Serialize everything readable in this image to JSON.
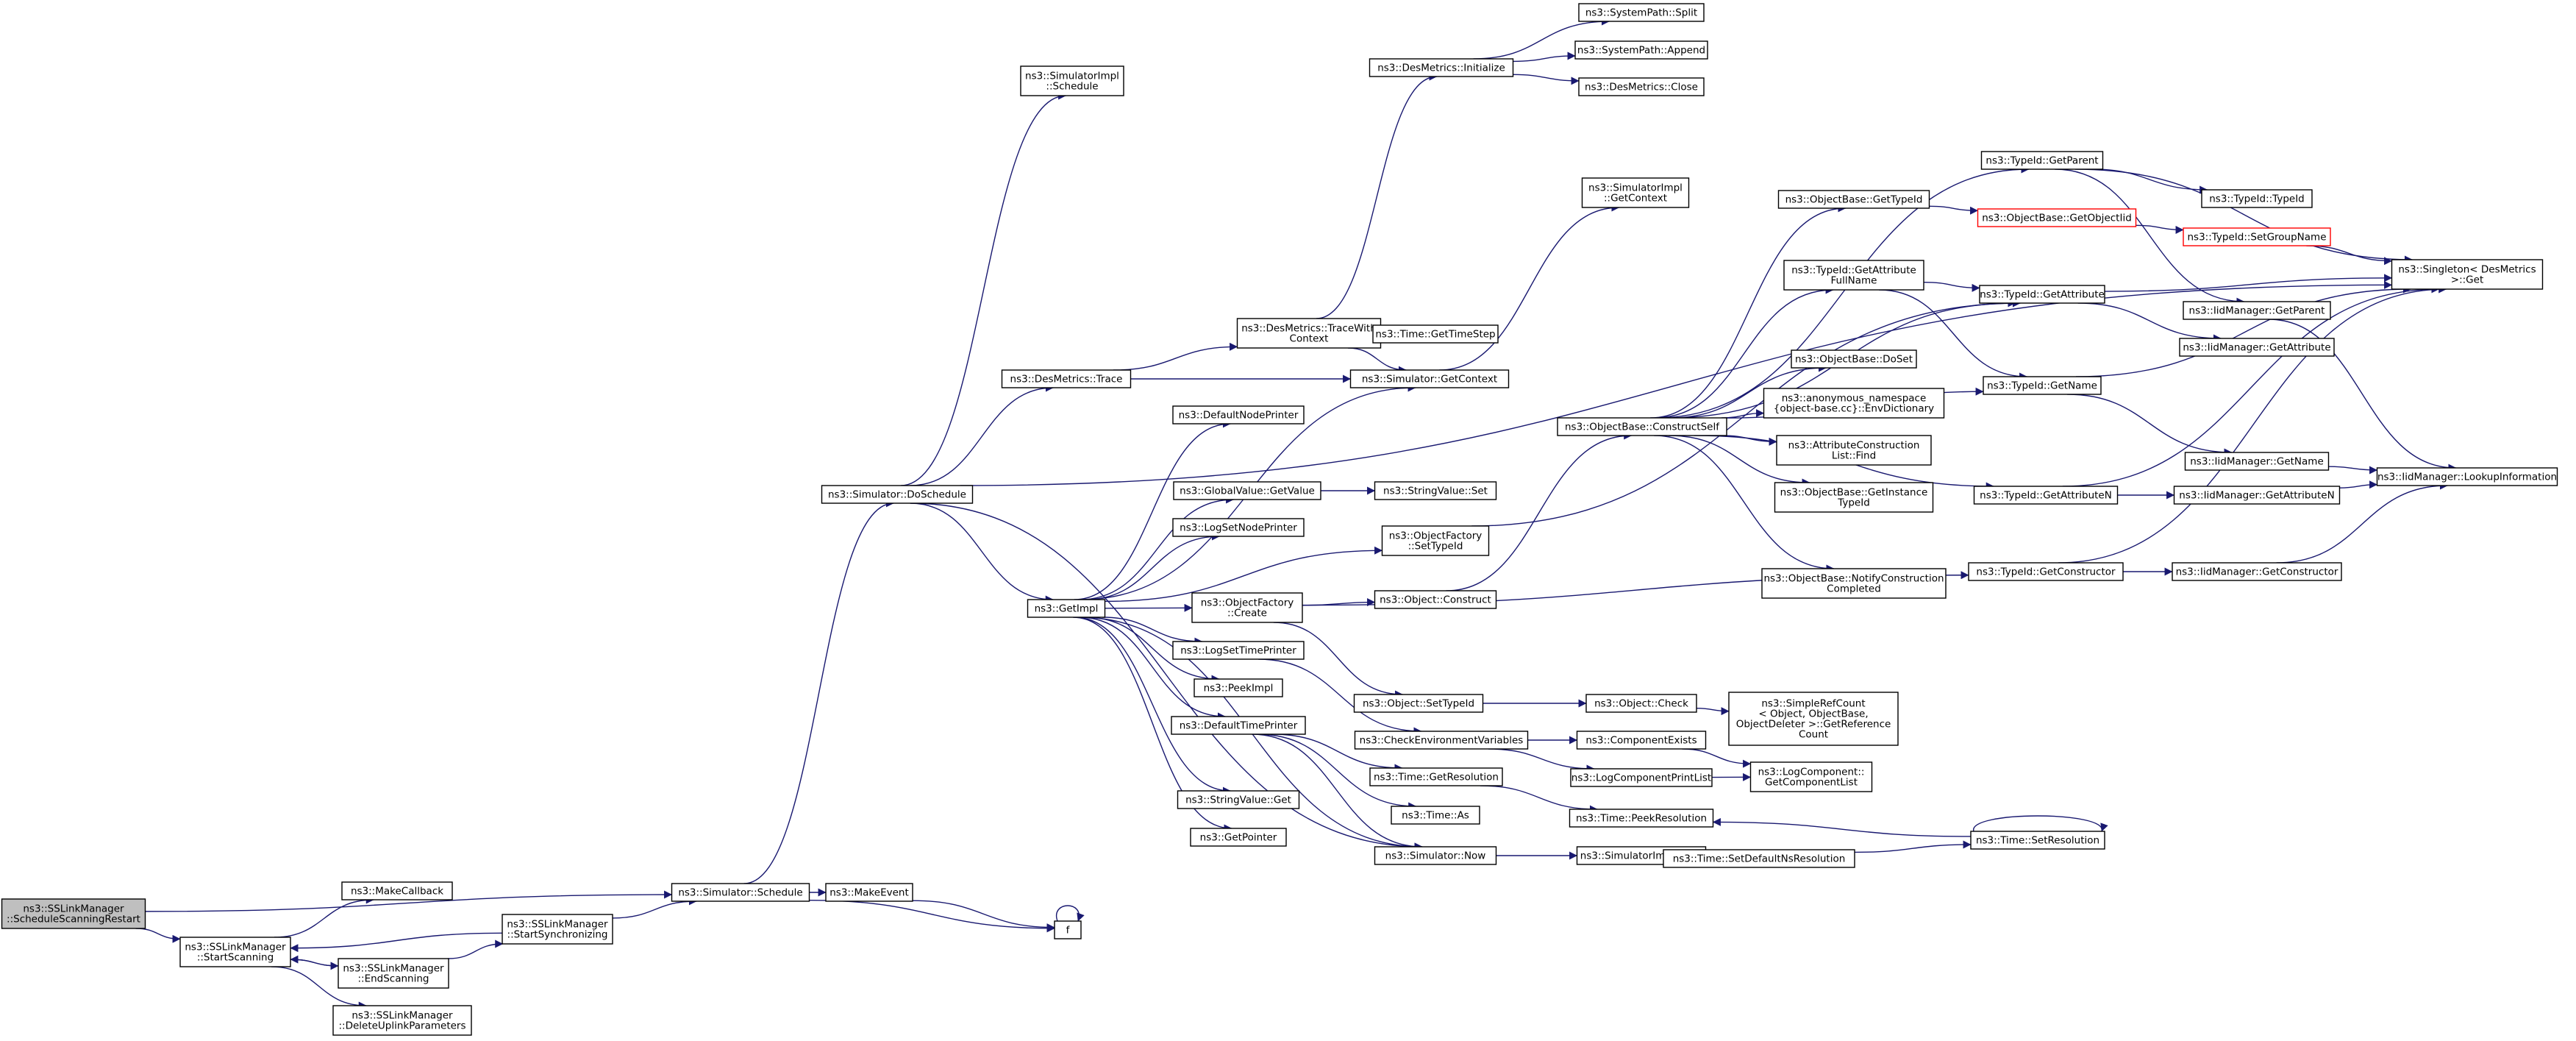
{
  "graph": {
    "edge_color": "#191970",
    "root_fill": "#bfbfbf",
    "highlight_border": "#ff0000",
    "nodes": [
      {
        "id": "root",
        "lines": [
          "ns3::SSLinkManager",
          "::ScheduleScanningRestart"
        ],
        "style": "root"
      },
      {
        "id": "startScanning",
        "lines": [
          "ns3::SSLinkManager",
          "::StartScanning"
        ]
      },
      {
        "id": "makeCallback",
        "lines": [
          "ns3::MakeCallback"
        ]
      },
      {
        "id": "endScanning",
        "lines": [
          "ns3::SSLinkManager",
          "::EndScanning"
        ]
      },
      {
        "id": "deleteUplink",
        "lines": [
          "ns3::SSLinkManager",
          "::DeleteUplinkParameters"
        ]
      },
      {
        "id": "startSync",
        "lines": [
          "ns3::SSLinkManager",
          "::StartSynchronizing"
        ]
      },
      {
        "id": "simSchedule",
        "lines": [
          "ns3::Simulator::Schedule"
        ]
      },
      {
        "id": "makeEvent",
        "lines": [
          "ns3::MakeEvent"
        ]
      },
      {
        "id": "f",
        "lines": [
          "f"
        ]
      },
      {
        "id": "doSchedule",
        "lines": [
          "ns3::Simulator::DoSchedule"
        ]
      },
      {
        "id": "simImplSchedule",
        "lines": [
          "ns3::SimulatorImpl",
          "::Schedule"
        ]
      },
      {
        "id": "desTrace",
        "lines": [
          "ns3::DesMetrics::Trace"
        ]
      },
      {
        "id": "getImpl",
        "lines": [
          "ns3::GetImpl"
        ]
      },
      {
        "id": "desTraceWithContext",
        "lines": [
          "ns3::DesMetrics::TraceWith",
          "Context"
        ]
      },
      {
        "id": "desInit",
        "lines": [
          "ns3::DesMetrics::Initialize"
        ]
      },
      {
        "id": "spSplit",
        "lines": [
          "ns3::SystemPath::Split"
        ]
      },
      {
        "id": "spAppend",
        "lines": [
          "ns3::SystemPath::Append"
        ]
      },
      {
        "id": "desClose",
        "lines": [
          "ns3::DesMetrics::Close"
        ]
      },
      {
        "id": "timeGetTimeStep",
        "lines": [
          "ns3::Time::GetTimeStep"
        ]
      },
      {
        "id": "simGetContext",
        "lines": [
          "ns3::Simulator::GetContext"
        ]
      },
      {
        "id": "simImplGetContext",
        "lines": [
          "ns3::SimulatorImpl",
          "::GetContext"
        ]
      },
      {
        "id": "defaultNodePrinter",
        "lines": [
          "ns3::DefaultNodePrinter"
        ]
      },
      {
        "id": "gvGetValue",
        "lines": [
          "ns3::GlobalValue::GetValue"
        ]
      },
      {
        "id": "svSet",
        "lines": [
          "ns3::StringValue::Set"
        ]
      },
      {
        "id": "logSetNodePrinter",
        "lines": [
          "ns3::LogSetNodePrinter"
        ]
      },
      {
        "id": "ofSetTypeId",
        "lines": [
          "ns3::ObjectFactory",
          "::SetTypeId"
        ]
      },
      {
        "id": "ofCreate",
        "lines": [
          "ns3::ObjectFactory",
          "::Create"
        ]
      },
      {
        "id": "objConstruct",
        "lines": [
          "ns3::Object::Construct"
        ]
      },
      {
        "id": "logSetTimePrinter",
        "lines": [
          "ns3::LogSetTimePrinter"
        ]
      },
      {
        "id": "peekImpl",
        "lines": [
          "ns3::PeekImpl"
        ]
      },
      {
        "id": "objSetTypeId",
        "lines": [
          "ns3::Object::SetTypeId"
        ]
      },
      {
        "id": "objCheck",
        "lines": [
          "ns3::Object::Check"
        ]
      },
      {
        "id": "defaultTimePrinter",
        "lines": [
          "ns3::DefaultTimePrinter"
        ]
      },
      {
        "id": "checkEnv",
        "lines": [
          "ns3::CheckEnvironmentVariables"
        ]
      },
      {
        "id": "timeGetResolution",
        "lines": [
          "ns3::Time::GetResolution"
        ]
      },
      {
        "id": "timeAs",
        "lines": [
          "ns3::Time::As"
        ]
      },
      {
        "id": "svGet",
        "lines": [
          "ns3::StringValue::Get"
        ]
      },
      {
        "id": "getPointer",
        "lines": [
          "ns3::GetPointer"
        ]
      },
      {
        "id": "simNow",
        "lines": [
          "ns3::Simulator::Now"
        ]
      },
      {
        "id": "simImplNow",
        "lines": [
          "ns3::SimulatorImpl::Now"
        ]
      },
      {
        "id": "componentExists",
        "lines": [
          "ns3::ComponentExists"
        ]
      },
      {
        "id": "logComponentPrintList",
        "lines": [
          "ns3::LogComponentPrintList"
        ]
      },
      {
        "id": "logCompGetList",
        "lines": [
          "ns3::LogComponent::",
          "GetComponentList"
        ]
      },
      {
        "id": "timePeekRes",
        "lines": [
          "ns3::Time::PeekResolution"
        ]
      },
      {
        "id": "timeSetDefaultNs",
        "lines": [
          "ns3::Time::SetDefaultNsResolution"
        ]
      },
      {
        "id": "timeSetRes",
        "lines": [
          "ns3::Time::SetResolution"
        ]
      },
      {
        "id": "simpleRefCount",
        "lines": [
          "ns3::SimpleRefCount",
          "< Object, ObjectBase,",
          "ObjectDeleter >::GetReference",
          "Count"
        ]
      },
      {
        "id": "obConstructSelf",
        "lines": [
          "ns3::ObjectBase::ConstructSelf"
        ]
      },
      {
        "id": "obGetTypeId",
        "lines": [
          "ns3::ObjectBase::GetTypeId"
        ]
      },
      {
        "id": "obGetObjectIid",
        "lines": [
          "ns3::ObjectBase::GetObjectIid"
        ],
        "style": "red"
      },
      {
        "id": "tidGetAttrFullName",
        "lines": [
          "ns3::TypeId::GetAttribute",
          "FullName"
        ]
      },
      {
        "id": "obDoSet",
        "lines": [
          "ns3::ObjectBase::DoSet"
        ]
      },
      {
        "id": "envDictionary",
        "lines": [
          "ns3::anonymous_namespace",
          "{object-base.cc}::EnvDictionary"
        ]
      },
      {
        "id": "attrConstrFind",
        "lines": [
          "ns3::AttributeConstruction",
          "List::Find"
        ]
      },
      {
        "id": "obGetInstanceTid",
        "lines": [
          "ns3::ObjectBase::GetInstance",
          "TypeId"
        ]
      },
      {
        "id": "obNotify",
        "lines": [
          "ns3::ObjectBase::NotifyConstruction",
          "Completed"
        ]
      },
      {
        "id": "tidGetParent",
        "lines": [
          "ns3::TypeId::GetParent"
        ]
      },
      {
        "id": "tidTypeId",
        "lines": [
          "ns3::TypeId::TypeId"
        ]
      },
      {
        "id": "tidSetGroupName",
        "lines": [
          "ns3::TypeId::SetGroupName"
        ],
        "style": "red"
      },
      {
        "id": "tidGetAttribute",
        "lines": [
          "ns3::TypeId::GetAttribute"
        ]
      },
      {
        "id": "tidGetName",
        "lines": [
          "ns3::TypeId::GetName"
        ]
      },
      {
        "id": "tidGetAttributeN",
        "lines": [
          "ns3::TypeId::GetAttributeN"
        ]
      },
      {
        "id": "tidGetConstructor",
        "lines": [
          "ns3::TypeId::GetConstructor"
        ]
      },
      {
        "id": "iidGetParent",
        "lines": [
          "ns3::IidManager::GetParent"
        ]
      },
      {
        "id": "iidGetAttribute",
        "lines": [
          "ns3::IidManager::GetAttribute"
        ]
      },
      {
        "id": "iidGetName",
        "lines": [
          "ns3::IidManager::GetName"
        ]
      },
      {
        "id": "iidGetAttributeN",
        "lines": [
          "ns3::IidManager::GetAttributeN"
        ]
      },
      {
        "id": "iidGetConstructor",
        "lines": [
          "ns3::IidManager::GetConstructor"
        ]
      },
      {
        "id": "singletonGet",
        "lines": [
          "ns3::Singleton< DesMetrics",
          ">::Get"
        ]
      },
      {
        "id": "iidLookup",
        "lines": [
          "ns3::IidManager::LookupInformation"
        ]
      }
    ],
    "edges": [
      [
        "root",
        "simSchedule"
      ],
      [
        "root",
        "startScanning"
      ],
      [
        "startScanning",
        "makeCallback"
      ],
      [
        "startScanning",
        "endScanning"
      ],
      [
        "startScanning",
        "deleteUplink"
      ],
      [
        "endScanning",
        "startScanning"
      ],
      [
        "endScanning",
        "startSync"
      ],
      [
        "startSync",
        "startScanning"
      ],
      [
        "startSync",
        "simSchedule"
      ],
      [
        "simSchedule",
        "doSchedule"
      ],
      [
        "simSchedule",
        "makeEvent"
      ],
      [
        "simSchedule",
        "f"
      ],
      [
        "makeEvent",
        "f"
      ],
      [
        "f",
        "f"
      ],
      [
        "doSchedule",
        "simImplSchedule"
      ],
      [
        "doSchedule",
        "desTrace"
      ],
      [
        "doSchedule",
        "getImpl"
      ],
      [
        "doSchedule",
        "simNow"
      ],
      [
        "doSchedule",
        "singletonGet"
      ],
      [
        "desTrace",
        "desTraceWithContext"
      ],
      [
        "desTrace",
        "simGetContext"
      ],
      [
        "desTraceWithContext",
        "desInit"
      ],
      [
        "desTraceWithContext",
        "timeGetTimeStep"
      ],
      [
        "desTraceWithContext",
        "simGetContext"
      ],
      [
        "desInit",
        "spSplit"
      ],
      [
        "desInit",
        "spAppend"
      ],
      [
        "desInit",
        "desClose"
      ],
      [
        "simGetContext",
        "simImplGetContext"
      ],
      [
        "getImpl",
        "simGetContext"
      ],
      [
        "getImpl",
        "defaultNodePrinter"
      ],
      [
        "getImpl",
        "gvGetValue"
      ],
      [
        "getImpl",
        "logSetNodePrinter"
      ],
      [
        "getImpl",
        "ofSetTypeId"
      ],
      [
        "getImpl",
        "ofCreate"
      ],
      [
        "getImpl",
        "logSetTimePrinter"
      ],
      [
        "getImpl",
        "peekImpl"
      ],
      [
        "getImpl",
        "defaultTimePrinter"
      ],
      [
        "getImpl",
        "svGet"
      ],
      [
        "getImpl",
        "getPointer"
      ],
      [
        "getImpl",
        "simNow"
      ],
      [
        "gvGetValue",
        "svSet"
      ],
      [
        "ofSetTypeId",
        "tidGetAttribute"
      ],
      [
        "ofCreate",
        "objConstruct"
      ],
      [
        "ofCreate",
        "objSetTypeId"
      ],
      [
        "ofCreate",
        "tidGetConstructor"
      ],
      [
        "objConstruct",
        "obConstructSelf"
      ],
      [
        "logSetTimePrinter",
        "checkEnv"
      ],
      [
        "objSetTypeId",
        "objCheck"
      ],
      [
        "objCheck",
        "simpleRefCount"
      ],
      [
        "defaultTimePrinter",
        "timeGetResolution"
      ],
      [
        "defaultTimePrinter",
        "timeAs"
      ],
      [
        "defaultTimePrinter",
        "simNow"
      ],
      [
        "checkEnv",
        "componentExists"
      ],
      [
        "checkEnv",
        "logComponentPrintList"
      ],
      [
        "componentExists",
        "logCompGetList"
      ],
      [
        "logComponentPrintList",
        "logCompGetList"
      ],
      [
        "timeGetResolution",
        "timePeekRes"
      ],
      [
        "simNow",
        "simImplNow"
      ],
      [
        "timeSetDefaultNs",
        "timeSetRes"
      ],
      [
        "timeSetRes",
        "timePeekRes"
      ],
      [
        "timeSetRes",
        "timeSetRes"
      ],
      [
        "obConstructSelf",
        "obGetTypeId"
      ],
      [
        "obConstructSelf",
        "tidGetAttrFullName"
      ],
      [
        "obConstructSelf",
        "obDoSet"
      ],
      [
        "obConstructSelf",
        "envDictionary"
      ],
      [
        "obConstructSelf",
        "attrConstrFind"
      ],
      [
        "obConstructSelf",
        "obGetInstanceTid"
      ],
      [
        "obConstructSelf",
        "obNotify"
      ],
      [
        "obConstructSelf",
        "tidGetParent"
      ],
      [
        "obConstructSelf",
        "tidGetName"
      ],
      [
        "obConstructSelf",
        "tidGetAttributeN"
      ],
      [
        "obConstructSelf",
        "tidGetAttribute"
      ],
      [
        "obGetTypeId",
        "obGetObjectIid"
      ],
      [
        "obGetObjectIid",
        "tidSetGroupName"
      ],
      [
        "tidSetGroupName",
        "singletonGet"
      ],
      [
        "tidGetAttrFullName",
        "tidGetAttribute"
      ],
      [
        "tidGetAttrFullName",
        "tidGetName"
      ],
      [
        "tidGetParent",
        "tidTypeId"
      ],
      [
        "tidGetParent",
        "iidGetParent"
      ],
      [
        "tidGetParent",
        "singletonGet"
      ],
      [
        "tidGetAttribute",
        "iidGetAttribute"
      ],
      [
        "tidGetAttribute",
        "singletonGet"
      ],
      [
        "tidGetName",
        "iidGetName"
      ],
      [
        "tidGetName",
        "singletonGet"
      ],
      [
        "tidGetAttributeN",
        "iidGetAttributeN"
      ],
      [
        "tidGetAttributeN",
        "singletonGet"
      ],
      [
        "tidGetConstructor",
        "iidGetConstructor"
      ],
      [
        "tidGetConstructor",
        "singletonGet"
      ],
      [
        "iidGetParent",
        "iidLookup"
      ],
      [
        "iidGetName",
        "iidLookup"
      ],
      [
        "iidGetAttributeN",
        "iidLookup"
      ],
      [
        "iidGetConstructor",
        "iidLookup"
      ]
    ]
  }
}
